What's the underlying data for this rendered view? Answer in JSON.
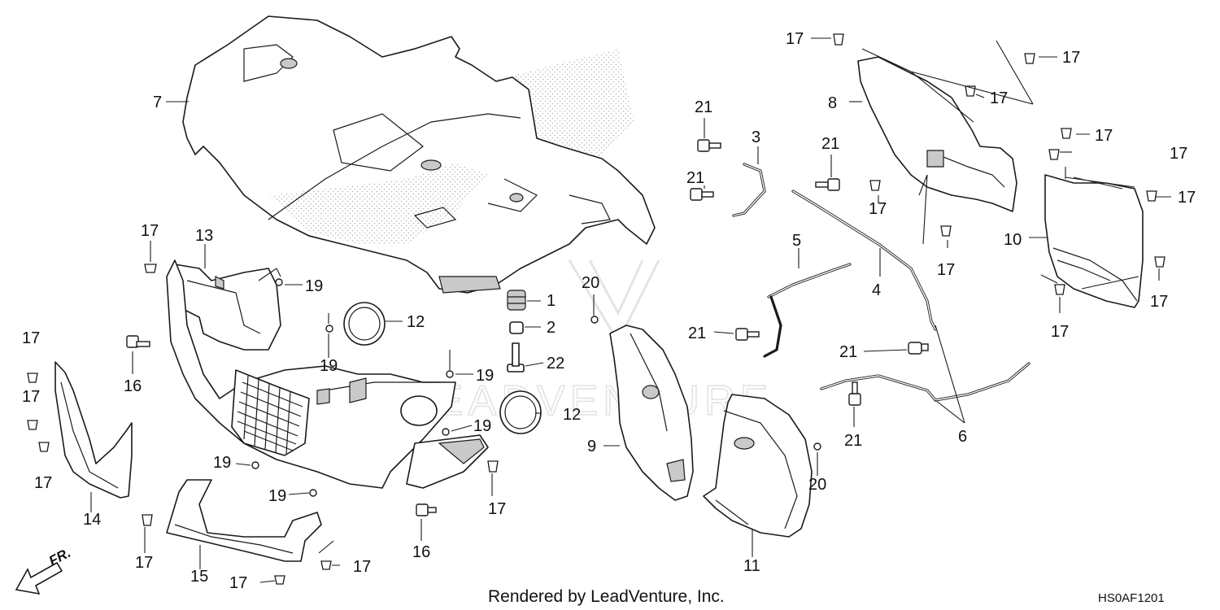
{
  "diagram": {
    "callouts": {
      "c7": "7",
      "c13": "13",
      "c17a": "17",
      "c19a": "19",
      "c12a": "12",
      "c1": "1",
      "c2": "2",
      "c22": "22",
      "c16a": "16",
      "c19b": "19",
      "c19c": "19",
      "c17b": "17",
      "c17c": "17",
      "c17d": "17",
      "c14": "14",
      "c19d": "19",
      "c12b": "12",
      "c19e": "19",
      "c19f": "19",
      "c17e": "17",
      "c16b": "16",
      "c17f": "17",
      "c15": "15",
      "c17g": "17",
      "c17h": "17",
      "c20a": "20",
      "c9": "9",
      "c11": "11",
      "c20b": "20",
      "c21a": "21",
      "c3": "3",
      "c21b": "21",
      "c21c": "21",
      "c5": "5",
      "c4": "4",
      "c21d": "21",
      "c21e": "21",
      "c21f": "21",
      "c6": "6",
      "c17i": "17",
      "c8": "8",
      "c17j": "17",
      "c17k": "17",
      "c17l": "17",
      "c17m": "17",
      "c17n": "17",
      "c17o": "17",
      "c10": "10",
      "c17p": "17",
      "c17q": "17",
      "c17r": "17"
    },
    "footer": "Rendered by LeadVenture, Inc.",
    "code": "HS0AF1201",
    "direction": "FR.",
    "watermark": "LEADVENTURE"
  }
}
